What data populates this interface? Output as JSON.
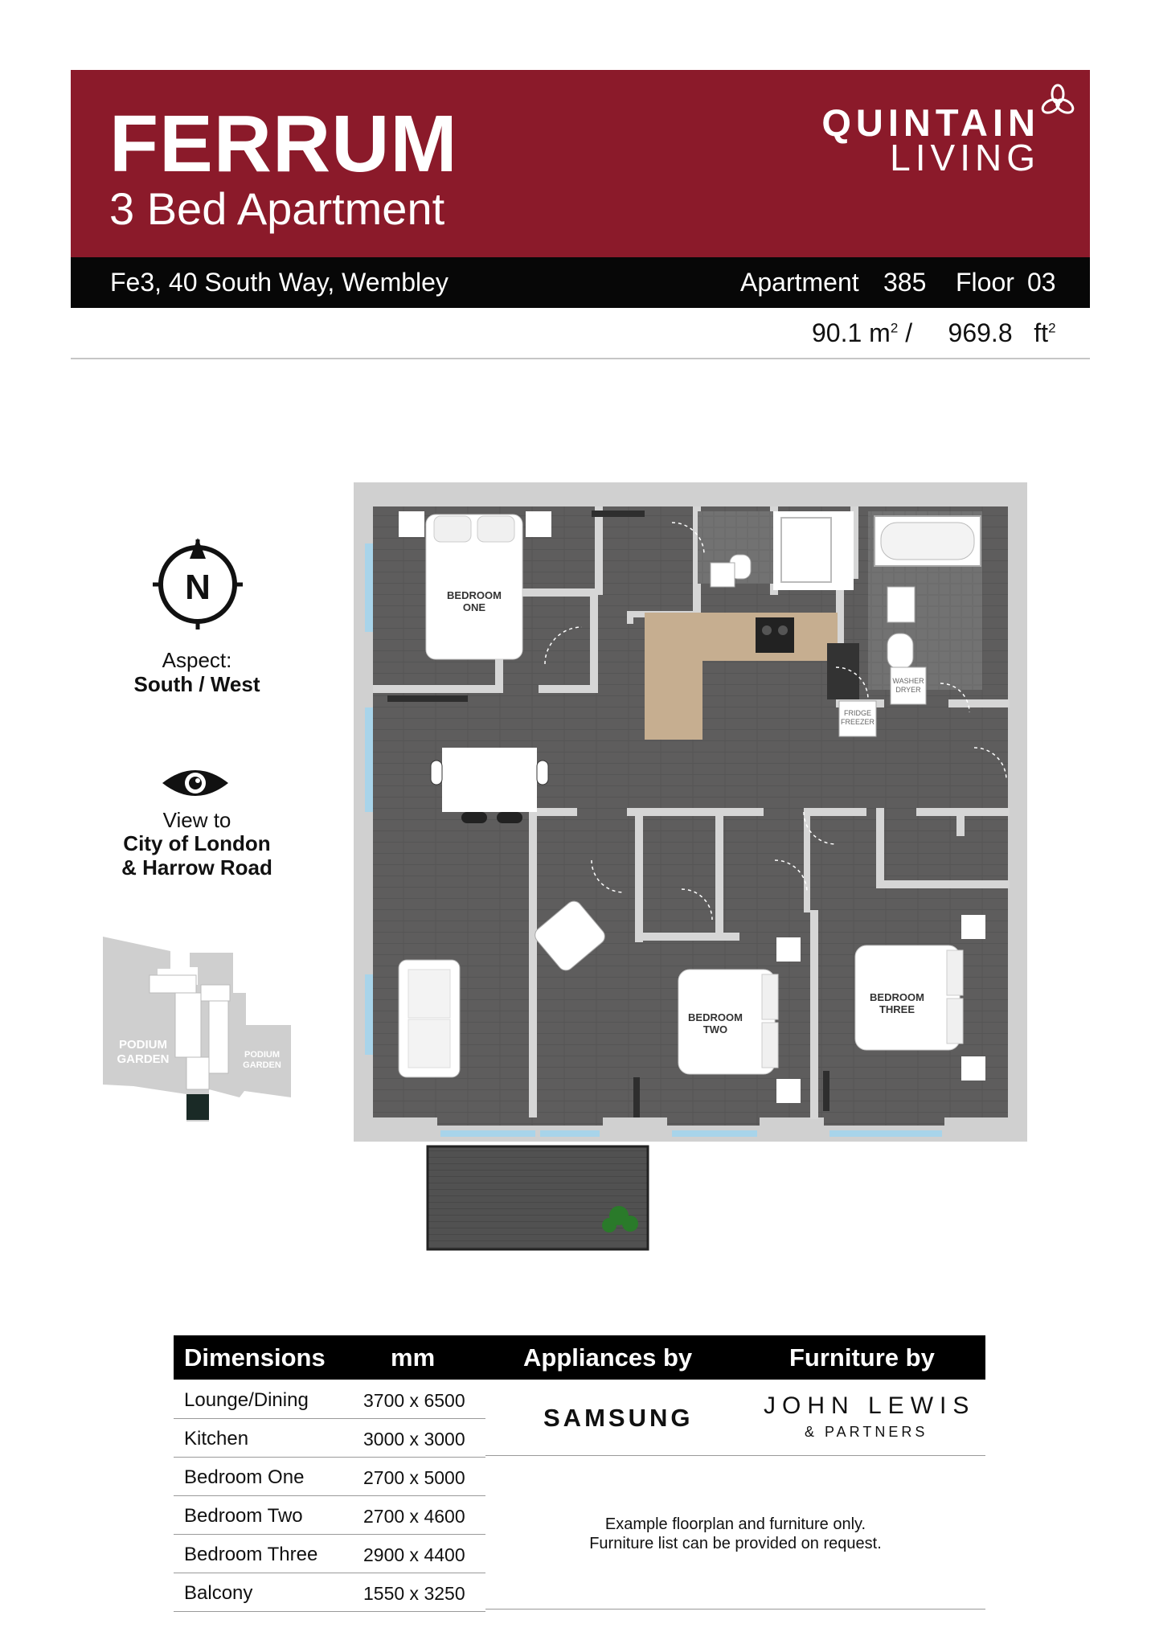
{
  "header": {
    "title": "FERRUM",
    "subtitle": "3 Bed Apartment",
    "brand_line1": "QUINTAIN",
    "brand_line2": "LIVING",
    "brand_color": "#8b1a2a"
  },
  "infobar": {
    "address": "Fe3, 40 South Way, Wembley",
    "apartment_label": "Apartment",
    "apartment_number": "385",
    "floor_label": "Floor",
    "floor_number": "03"
  },
  "area": {
    "sqm_value": "90.1",
    "sqm_unit": "m",
    "sqft_value": "969.8",
    "sqft_unit": "ft"
  },
  "orientation": {
    "compass_letter": "N",
    "aspect_label": "Aspect:",
    "aspect_value": "South / West",
    "view_label": "View to",
    "view_value_line1": "City of London",
    "view_value_line2": "& Harrow Road"
  },
  "site_map": {
    "garden_left": [
      "PODIUM",
      "GARDEN"
    ],
    "garden_right": [
      "PODIUM",
      "GARDEN"
    ]
  },
  "floorplan": {
    "rooms": {
      "bedroom_one": [
        "BEDROOM",
        "ONE"
      ],
      "bedroom_two": [
        "BEDROOM",
        "TWO"
      ],
      "bedroom_three": [
        "BEDROOM",
        "THREE"
      ],
      "washer": [
        "WASHER",
        "DRYER"
      ],
      "fridge": [
        "FRIDGE",
        "FREEZER"
      ]
    }
  },
  "table": {
    "headers": {
      "dimensions": "Dimensions",
      "mm": "mm",
      "appliances": "Appliances by",
      "furniture": "Furniture by"
    },
    "rows": [
      {
        "room": "Lounge/Dining",
        "size": "3700 x 6500"
      },
      {
        "room": "Kitchen",
        "size": "3000 x 3000"
      },
      {
        "room": "Bedroom One",
        "size": "2700 x 5000"
      },
      {
        "room": "Bedroom Two",
        "size": "2700 x 4600"
      },
      {
        "room": "Bedroom Three",
        "size": "2900 x 4400"
      },
      {
        "room": "Balcony",
        "size": "1550 x 3250"
      }
    ],
    "appliance_brand": "SAMSUNG",
    "furniture_brand_line1": "JOHN LEWIS",
    "furniture_brand_line2": "& PARTNERS",
    "note_line1": "Example floorplan and furniture only.",
    "note_line2": "Furniture list can be provided on request."
  }
}
